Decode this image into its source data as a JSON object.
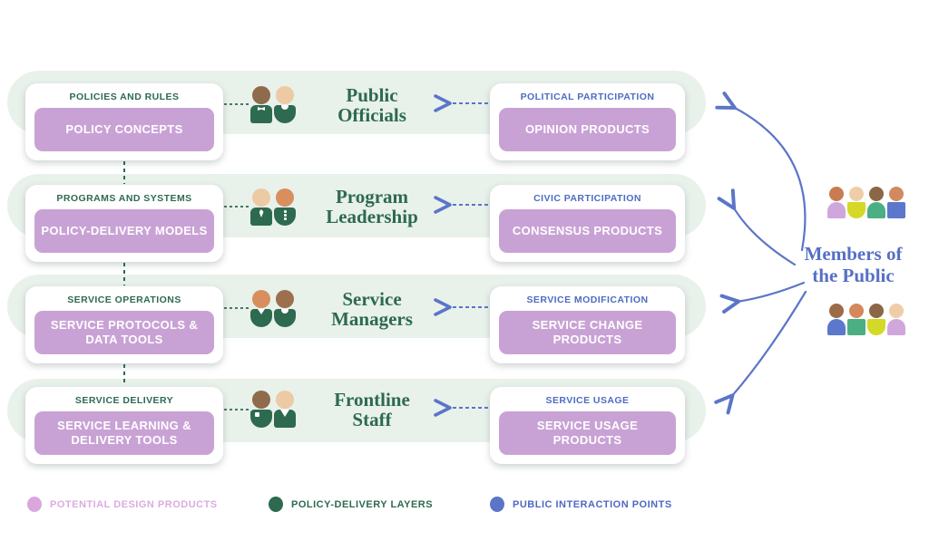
{
  "rows": [
    {
      "layer_header": "POLICIES AND RULES",
      "design_product": "POLICY CONCEPTS",
      "actor_label": "Public\nOfficials",
      "interaction_header": "POLITICAL PARTICIPATION",
      "interaction_product": "OPINION PRODUCTS",
      "staff_icon": {
        "left_head": "#8f6a4b",
        "right_head": "#eccaa4"
      }
    },
    {
      "layer_header": "PROGRAMS AND SYSTEMS",
      "design_product": "POLICY-DELIVERY MODELS",
      "actor_label": "Program\nLeadership",
      "interaction_header": "CIVIC PARTICIPATION",
      "interaction_product": "CONSENSUS PRODUCTS",
      "staff_icon": {
        "left_head": "#eccaa4",
        "right_head": "#d88e5e"
      }
    },
    {
      "layer_header": "SERVICE OPERATIONS",
      "design_product": "SERVICE PROTOCOLS & DATA TOOLS",
      "actor_label": "Service\nManagers",
      "interaction_header": "SERVICE MODIFICATION",
      "interaction_product": "SERVICE CHANGE PRODUCTS",
      "staff_icon": {
        "left_head": "#d88e5e",
        "right_head": "#9c6f4d"
      }
    },
    {
      "layer_header": "SERVICE DELIVERY",
      "design_product": "SERVICE LEARNING & DELIVERY TOOLS",
      "actor_label": "Frontline\nStaff",
      "interaction_header": "SERVICE USAGE",
      "interaction_product": "SERVICE USAGE PRODUCTS",
      "staff_icon": {
        "left_head": "#8f6a4b",
        "right_head": "#eccaa4"
      }
    }
  ],
  "members": {
    "label": "Members of\nthe Public",
    "group_top": [
      {
        "head": "#c97c52",
        "body": "#cfa7dc"
      },
      {
        "head": "#f0cda9",
        "body": "#d3d926"
      },
      {
        "head": "#8a6747",
        "body": "#4caf84"
      },
      {
        "head": "#d18a60",
        "body": "#5b78cc"
      }
    ],
    "group_bottom": [
      {
        "head": "#9c6b48",
        "body": "#5b78cc"
      },
      {
        "head": "#d4885c",
        "body": "#4caf84"
      },
      {
        "head": "#8a6747",
        "body": "#d3d926"
      },
      {
        "head": "#f0cda9",
        "body": "#cfa7dc"
      }
    ]
  },
  "legend": {
    "items": [
      {
        "label": "POTENTIAL DESIGN PRODUCTS",
        "dot_color": "#d9a7de",
        "text_color": "#dcabe0"
      },
      {
        "label": "POLICY-DELIVERY LAYERS",
        "dot_color": "#2d6a4f",
        "text_color": "#2d6a4f"
      },
      {
        "label": "PUBLIC INTERACTION POINTS",
        "dot_color": "#5b75c8",
        "text_color": "#4f68c4"
      }
    ]
  },
  "colors": {
    "layer_green": "#2d6a4f",
    "pill_background": "#e9f1eb",
    "product_purple": "#c9a2d5",
    "interaction_blue": "#5b75c8",
    "header_blue": "#4d6cc3",
    "members_text_blue": "#5570c6"
  }
}
